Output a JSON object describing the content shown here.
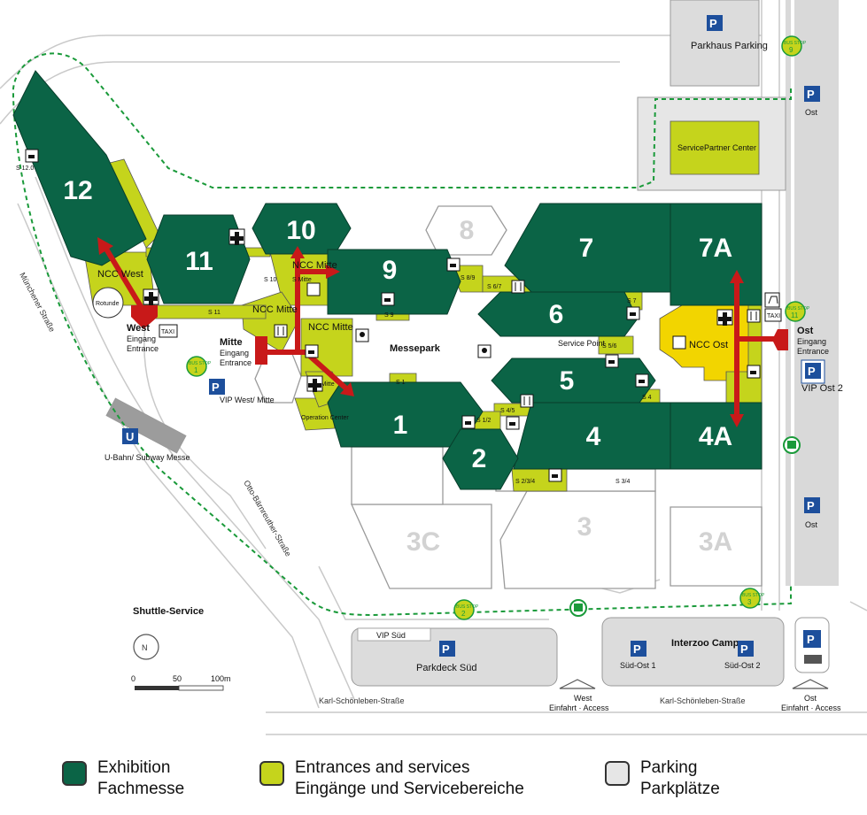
{
  "colors": {
    "exhibition": "#0b6446",
    "services": "#c5d41c",
    "parking": "#dcdcdc",
    "ncc_ost": "#f2d500",
    "arrow": "#c81919",
    "shuttle": "#1a9a3a",
    "parking_sign": "#1d4f9c"
  },
  "halls": {
    "h12": "12",
    "h11": "11",
    "h10": "10",
    "h9": "9",
    "h8": "8",
    "h7": "7",
    "h7a": "7A",
    "h6": "6",
    "h5": "5",
    "h4": "4",
    "h4a": "4A",
    "h1": "1",
    "h2": "2",
    "h3": "3",
    "h3a": "3A",
    "h3c": "3C"
  },
  "labels": {
    "ncc_west": "NCC West",
    "ncc_mitte_top": "NCC Mitte",
    "ncc_mitte_left": "NCC Mitte",
    "ncc_mitte_center": "NCC Mitte",
    "ncc_ost": "NCC Ost",
    "rotunde": "Rotunde",
    "messepark": "Messepark",
    "service_point": "Service Point",
    "operation_center": "Operation Center",
    "servicepartner": "ServicePartner Center",
    "parkhaus": "Parkhaus Parking",
    "parkdeck_sued": "Parkdeck Süd",
    "vip_sued": "VIP Süd",
    "vip_west_mitte": "VIP West/ Mitte",
    "vip_ost2": "VIP Ost 2",
    "interzoo_camp": "Interzoo Camp",
    "sued_ost1": "Süd-Ost 1",
    "sued_ost2": "Süd-Ost 2",
    "ost_parking_top": "Ost",
    "ost_parking_bottom": "Ost",
    "ubahn": "U-Bahn/ Subway Messe",
    "shuttle_service": "Shuttle-Service",
    "taxi": "TAXI"
  },
  "entrances": {
    "west": {
      "title": "West",
      "line1": "Eingang",
      "line2": "Entrance"
    },
    "mitte": {
      "title": "Mitte",
      "line1": "Eingang",
      "line2": "Entrance"
    },
    "ost": {
      "title": "Ost",
      "line1": "Eingang",
      "line2": "Entrance"
    },
    "access_west": {
      "title": "West",
      "line1": "Einfahrt · Access"
    },
    "access_ost": {
      "title": "Ost",
      "line1": "Einfahrt · Access"
    }
  },
  "service_codes": {
    "s12_0": "S 12.0",
    "s11": "S 11",
    "s10": "S 10",
    "s9": "S 9",
    "s8_9": "S 8/9",
    "s6_7": "S 6/7",
    "s7": "S 7",
    "s5_6": "S 5/6",
    "s4": "S 4",
    "s4_5": "S 4/5",
    "s1_2": "S 1/2",
    "s1": "S 1",
    "s1_mitte": "S 1 Mitte",
    "s2_3_4": "S 2/3/4",
    "s3_4": "S 3/4",
    "s_mitte": "S Mitte"
  },
  "bus_stops": [
    {
      "id": "1",
      "label": "BUS STOP",
      "num": "1"
    },
    {
      "id": "2",
      "label": "BUS STOP",
      "num": "2"
    },
    {
      "id": "3",
      "label": "BUS STOP",
      "num": "3"
    },
    {
      "id": "9",
      "label": "BUS STOP",
      "num": "9"
    },
    {
      "id": "11",
      "label": "BUS STOP",
      "num": "11"
    }
  ],
  "streets": {
    "muenchener": "Münchener Straße",
    "otto": "Otto-Bärnreuther-Straße",
    "karl_west": "Karl-Schönleben-Straße",
    "karl_ost": "Karl-Schönleben-Straße"
  },
  "scale": {
    "s0": "0",
    "s50": "50",
    "s100": "100m"
  },
  "legend": [
    {
      "line1": "Exhibition",
      "line2": "Fachmesse"
    },
    {
      "line1": "Entrances and services",
      "line2": "Eingänge und Servicebereiche"
    },
    {
      "line1": "Parking",
      "line2": "Parkplätze"
    }
  ]
}
